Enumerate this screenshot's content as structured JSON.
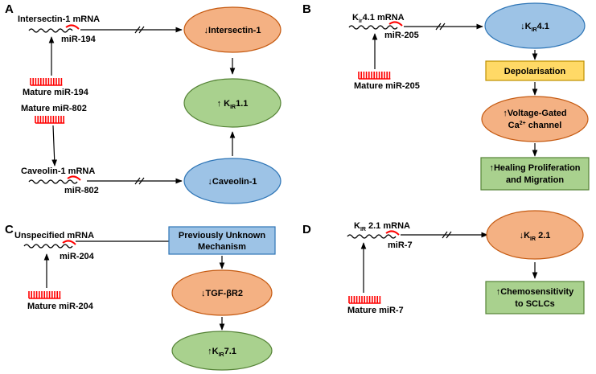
{
  "panels": {
    "a": "A",
    "b": "B",
    "c": "C",
    "d": "D"
  },
  "panel_a": {
    "intersectin_mrna": "Intersectin-1 mRNA",
    "mir194_site": "miR-194",
    "mature_mir194": "Mature miR-194",
    "mature_mir802": "Mature miR-802",
    "caveolin_mrna": "Caveolin-1 mRNA",
    "mir802_site": "miR-802",
    "intersectin_node": "↓Intersectin-1",
    "kir11_prefix": "↑ K",
    "kir11_sub": "IR",
    "kir11_suffix": "1.1",
    "caveolin_node": "↓Caveolin-1"
  },
  "panel_b": {
    "kir41_mrna_prefix": "K",
    "kir41_mrna_sub": "ir",
    "kir41_mrna_suffix": "4.1 mRNA",
    "mir205_site": "miR-205",
    "mature_mir205": "Mature miR-205",
    "kir41_node_prefix": "↓K",
    "kir41_node_sub": "IR",
    "kir41_node_suffix": "4.1",
    "depolarisation": "Depolarisation",
    "vgcc_line1": "↑Voltage-Gated",
    "vgcc_line2_prefix": "Ca",
    "vgcc_line2_sup": "2+",
    "vgcc_line2_suffix": " channel",
    "healing_line1": "↑Healing Proliferation",
    "healing_line2": "and Migration"
  },
  "panel_c": {
    "unspecified_mrna": "Unspecified mRNA",
    "mir204_site": "miR-204",
    "mature_mir204": "Mature miR-204",
    "mechanism_line1": "Previously Unknown",
    "mechanism_line2": "Mechanism",
    "tgf_node": "↓TGF-βR2",
    "kir71_prefix": "↑K",
    "kir71_sub": "IR",
    "kir71_suffix": "7.1"
  },
  "panel_d": {
    "kir21_mrna_prefix": "K",
    "kir21_mrna_sub": "IR",
    "kir21_mrna_suffix": " 2.1 mRNA",
    "mir7_site": "miR-7",
    "mature_mir7": "Mature miR-7",
    "kir21_node_prefix": "↓K",
    "kir21_node_sub": "IR",
    "kir21_node_suffix": " 2.1",
    "chemo_line1": "↑Chemosensitivity",
    "chemo_line2": "to SCLCs"
  },
  "colors": {
    "orange_fill": "#F4B183",
    "orange_stroke": "#C55A11",
    "green_fill": "#A9D18E",
    "green_stroke": "#548235",
    "blue_fill": "#9DC3E6",
    "blue_stroke": "#2E75B6",
    "yellow_fill": "#FFD966",
    "yellow_stroke": "#BF9000",
    "mirna_red": "#FF0000"
  }
}
